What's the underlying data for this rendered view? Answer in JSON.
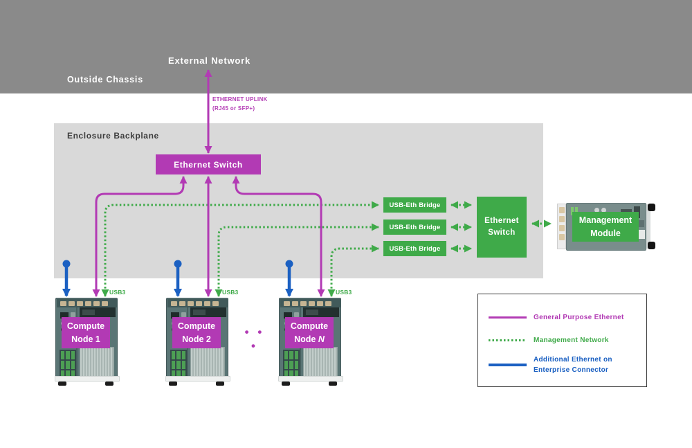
{
  "colors": {
    "magenta": "#b23ab4",
    "green": "#3faa49",
    "blue": "#1b60c2",
    "banner": "#8a8a8a",
    "backplane": "#d9d9d9",
    "dark": "#3d3d3d"
  },
  "banner": {
    "outside_chassis": "Outside Chassis",
    "external_network": "External Network"
  },
  "uplink": {
    "line1": "ETHERNET UPLINK",
    "line2": "(RJ45 or SFP+)"
  },
  "backplane": {
    "title": "Enclosure Backplane",
    "ethernet_switch": "Ethernet Switch",
    "bridges": [
      "USB-Eth Bridge",
      "USB-Eth Bridge",
      "USB-Eth Bridge"
    ],
    "green_switch": {
      "line1": "Ethernet",
      "line2": "Switch"
    }
  },
  "management_module": {
    "line1": "Management",
    "line2": "Module"
  },
  "nodes": [
    {
      "line1": "Compute",
      "line2": "Node 1",
      "italic": ""
    },
    {
      "line1": "Compute",
      "line2": "Node 2",
      "italic": ""
    },
    {
      "line1": "Compute",
      "line2": "Node ",
      "italic": "N"
    }
  ],
  "usb3": "USB3",
  "ellipsis": "• • •",
  "legend": {
    "general_purpose": "General Purpose Ethernet",
    "management": "Management Network",
    "additional_line1": "Additional Ethernet on",
    "additional_line2": "Enterprise Connector"
  }
}
